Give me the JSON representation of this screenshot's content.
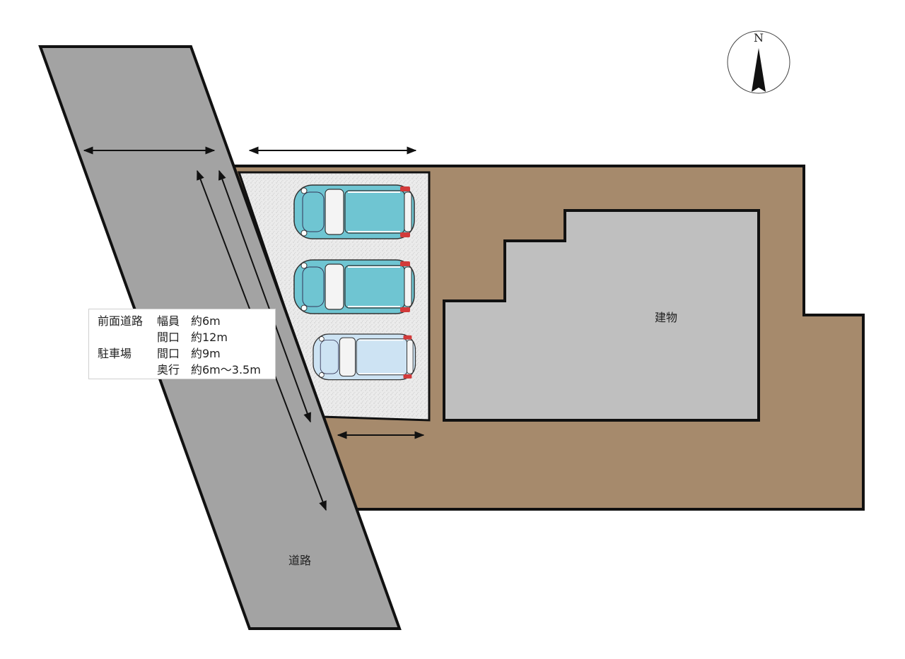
{
  "compass": {
    "north_label": "N"
  },
  "labels": {
    "building": "建物",
    "road": "道路"
  },
  "legend": {
    "rows": [
      {
        "category": "前面道路",
        "item": "幅員",
        "value": "約6m"
      },
      {
        "category": "",
        "item": "間口",
        "value": "約12m"
      },
      {
        "category": "駐車場",
        "item": "間口",
        "value": "約9m"
      },
      {
        "category": "",
        "item": "奥行",
        "value": "約6m〜3.5m"
      }
    ]
  },
  "colors": {
    "road": "#a3a3a3",
    "lot": "#a68a6c",
    "building": "#bfbfbf",
    "parking": "#e8e8e8",
    "car_teal": "#6fc5d2",
    "car_light": "#cde3f3",
    "outline": "#111111"
  }
}
